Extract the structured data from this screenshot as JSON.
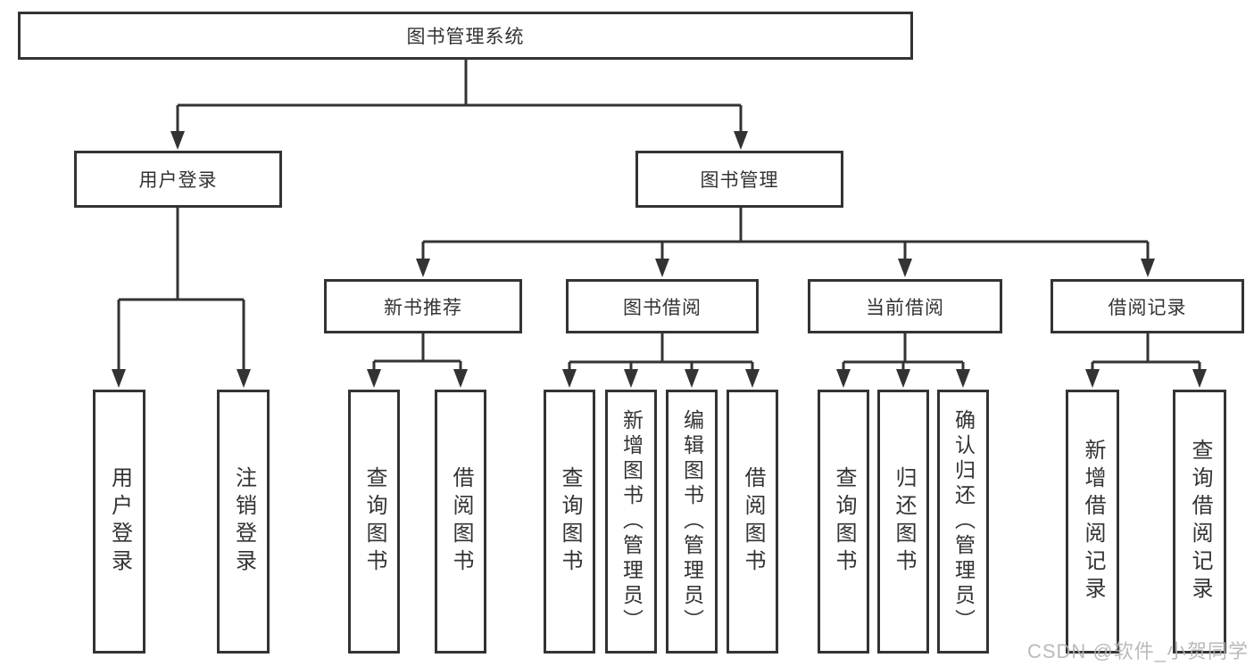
{
  "diagram": {
    "title": "图书管理系统",
    "watermark": "CSDN @软件_小贺同学",
    "colors": {
      "line": "#333333",
      "text": "#333333",
      "box_background": "#ffffff",
      "watermark": "#b2b2b2"
    },
    "tree": {
      "root": {
        "label": "图书管理系统"
      },
      "level2": [
        {
          "label": "用户登录"
        },
        {
          "label": "图书管理"
        }
      ],
      "level3": [
        {
          "label": "新书推荐"
        },
        {
          "label": "图书借阅"
        },
        {
          "label": "当前借阅"
        },
        {
          "label": "借阅记录"
        }
      ],
      "level4": {
        "user_login": [
          {
            "label": "用户登录"
          },
          {
            "label": "注销登录"
          }
        ],
        "new_book": [
          {
            "label": "查询图书"
          },
          {
            "label": "借阅图书"
          }
        ],
        "book_borrow": [
          {
            "label": "查询图书"
          },
          {
            "label": "新增图书（管理员）"
          },
          {
            "label": "编辑图书（管理员）"
          },
          {
            "label": "借阅图书"
          }
        ],
        "current_borrow": [
          {
            "label": "查询图书"
          },
          {
            "label": "归还图书"
          },
          {
            "label": "确认归还（管理员）"
          }
        ],
        "borrow_records": [
          {
            "label": "新增借阅记录"
          },
          {
            "label": "查询借阅记录"
          }
        ]
      }
    }
  }
}
